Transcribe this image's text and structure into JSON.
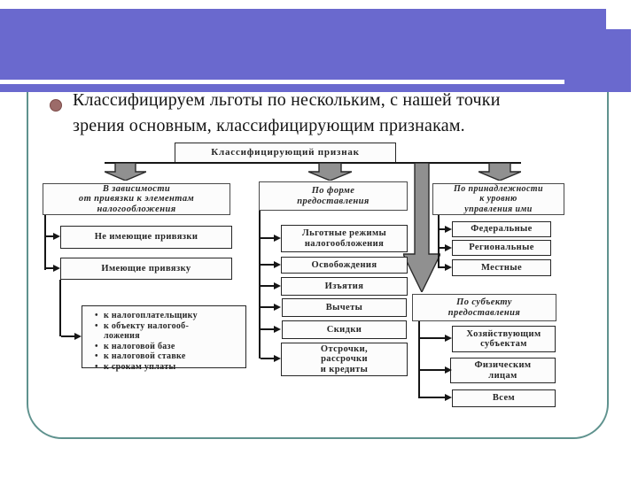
{
  "slide": {
    "lead_text": "Классифицируем льготы по нескольким, с нашей точки\nзрения основным, классифицирующим признакам.",
    "colors": {
      "band_purple": "#6a69ce",
      "frame_teal": "#5f928e",
      "arrow_gray": "#909090",
      "bullet_maroon": "#9c6b69",
      "line_black": "#161616"
    }
  },
  "diagram": {
    "root": "Классифицирующий  признак",
    "col_attachment": {
      "header": "В зависимости\nот привязки к элементам\nналогообложения",
      "item_no_link": "Не имеющие привязки",
      "item_link": "Имеющие привязку",
      "sub_items": [
        "к налогоплательщику",
        "к объекту налогооб-\nложения",
        "к налоговой базе",
        "к налоговой ставке",
        "к срокам уплаты"
      ]
    },
    "col_form": {
      "header": "По форме\nпредоставления",
      "items": [
        "Льготные режимы\nналогообложения",
        "Освобождения",
        "Изъятия",
        "Вычеты",
        "Скидки",
        "Отсрочки,\nрассрочки\nи кредиты"
      ]
    },
    "col_level": {
      "header": "По принадлежности\nк уровню\nуправления ими",
      "items": [
        "Федеральные",
        "Региональные",
        "Местные"
      ]
    },
    "col_subject": {
      "header": "По субъекту\nпредоставления",
      "items": [
        "Хозяйствующим\nсубъектам",
        "Физическим\nлицам",
        "Всем"
      ]
    }
  }
}
